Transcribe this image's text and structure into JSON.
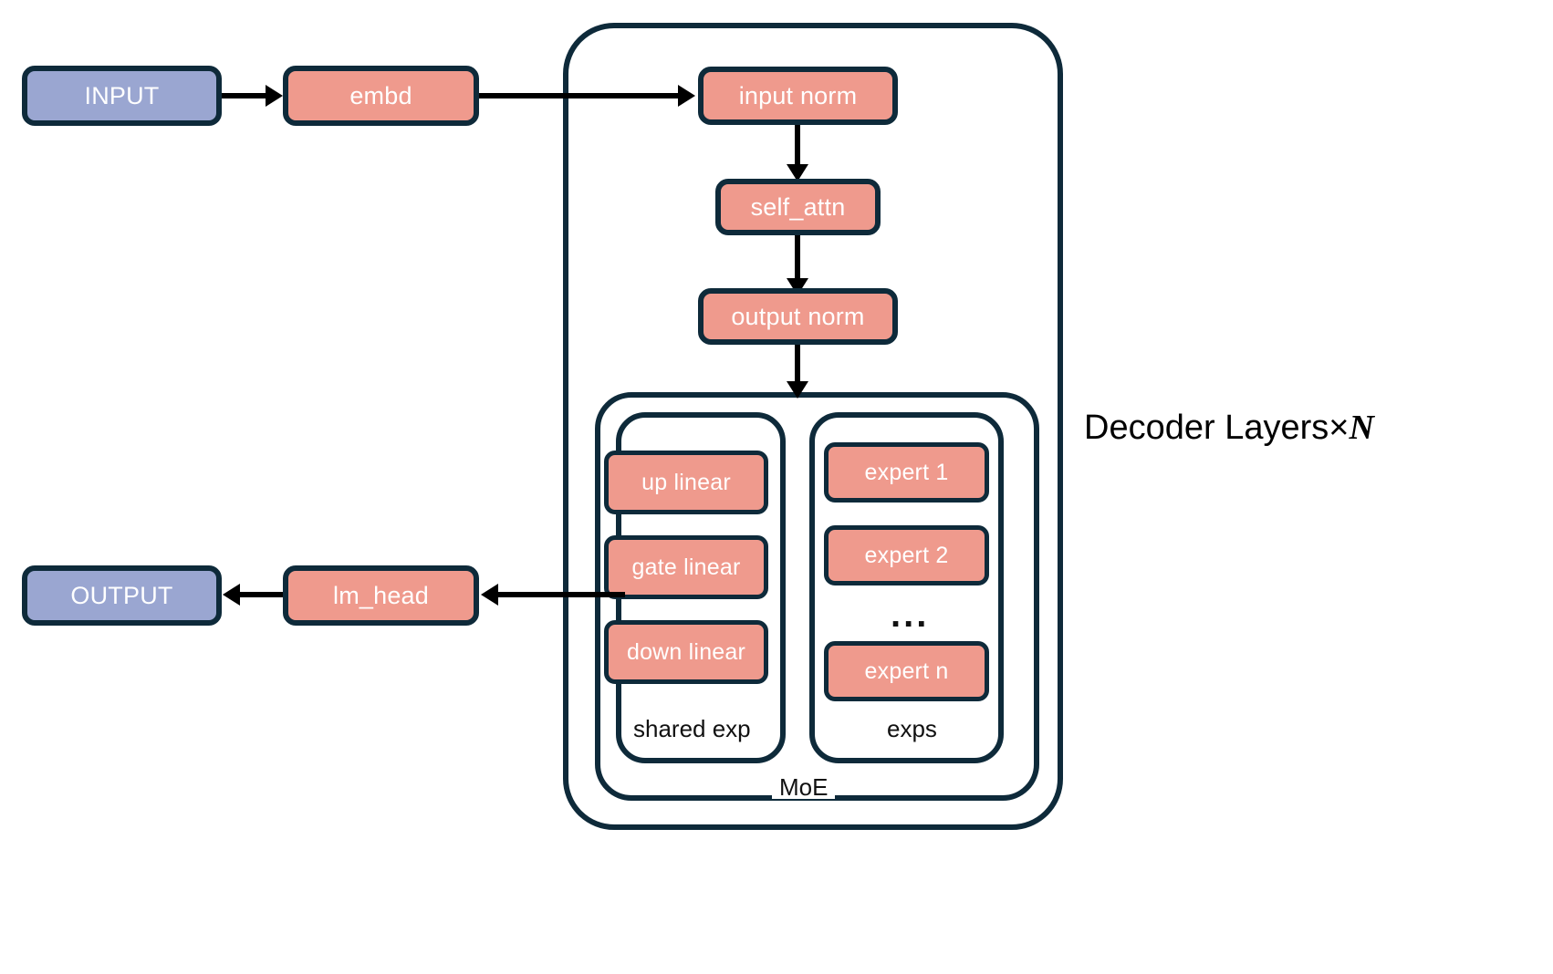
{
  "diagram": {
    "title": "Decoder Layers MoE Architecture",
    "colors": {
      "input_output_fill": "#9aa6d1",
      "module_fill": "#ef9a8d",
      "stroke": "#0e2a3a",
      "connector": "#000000",
      "text_on_fill": "#ffffff",
      "text_plain": "#111111",
      "background": "#ffffff"
    }
  },
  "nodes": {
    "input": "INPUT",
    "embd": "embd",
    "input_norm": "input norm",
    "self_attn": "self_attn",
    "output_norm": "output norm",
    "up_linear": "up linear",
    "gate_linear": "gate linear",
    "down_linear": "down linear",
    "expert_1": "expert 1",
    "expert_2": "expert 2",
    "expert_ellipsis": "...",
    "expert_n": "expert n",
    "lm_head": "lm_head",
    "output": "OUTPUT"
  },
  "labels": {
    "shared_exp": "shared exp",
    "exps": "exps",
    "moe": "MoE",
    "decoder_layers_prefix": "Decoder Layers×",
    "decoder_layers_var": "N"
  }
}
